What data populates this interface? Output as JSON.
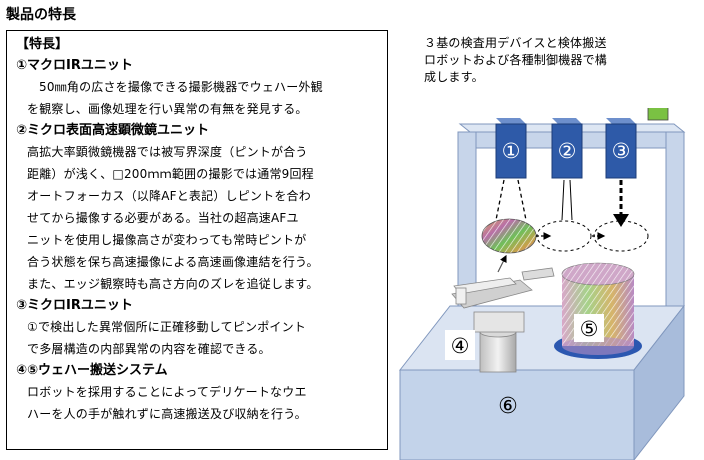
{
  "title": "製品の特長",
  "features_heading": "【特長】",
  "sections": [
    {
      "heading": "①マクロIRユニット",
      "lines": [
        "50㎜角の広さを撮像できる撮影機器でウェハー外観",
        "を観察し、画像処理を行い異常の有無を発見する。"
      ]
    },
    {
      "heading": "②ミクロ表面高速顕微鏡ユニット",
      "lines": [
        "高拡大率顕微鏡機器では被写界深度（ピントが合う",
        "距離）が浅く、□200ｍｍ範囲の撮影では通常9回程",
        "オートフォーカス（以降AFと表記）しピントを合わ",
        "せてから撮像する必要がある。当社の超高速AFユ",
        "ニットを使用し撮像高さが変わっても常時ピントが",
        "合う状態を保ち高速撮像による高速画像連結を行う。",
        "また、エッジ観察時も高さ方向のズレを追従します。"
      ]
    },
    {
      "heading": "③ミクロIRユニット",
      "lines": [
        "①で検出した異常個所に正確移動してピンポイント",
        "で多層構造の内部異常の内容を確認できる。"
      ]
    },
    {
      "heading": "④⑤ウェハー搬送システム",
      "lines": [
        "ロボットを採用することによってデリケートなウエ",
        "ハーを人の手が触れずに高速搬送及び収納を行う。"
      ]
    }
  ],
  "description_lines": [
    "３基の検査用デバイスと検体搬送",
    "ロボットおよび各種制御機器で構",
    "成します。"
  ],
  "diagram_labels": {
    "unit1": "①",
    "unit2": "②",
    "unit3": "③",
    "robot": "④",
    "cassette": "⑤",
    "base": "⑥"
  },
  "colors": {
    "frame": "#c7d5ea",
    "frame_edge": "#8097bd",
    "unit_blue": "#2e5aa8",
    "signal_red": "#e51a1a",
    "signal_yellow": "#ffcc00",
    "signal_green": "#7ac143"
  }
}
